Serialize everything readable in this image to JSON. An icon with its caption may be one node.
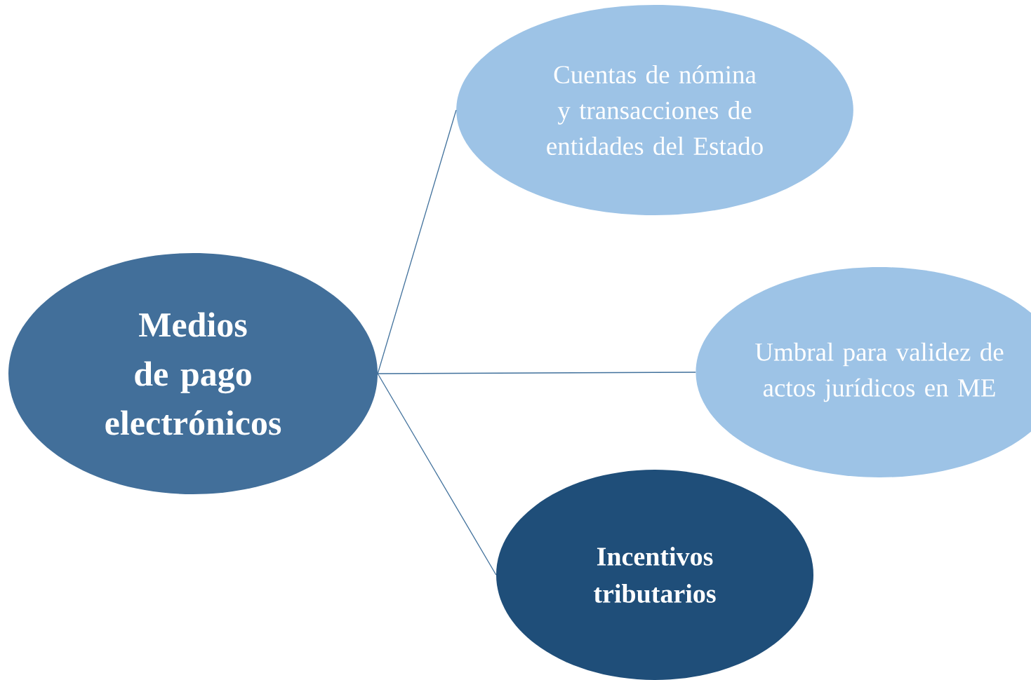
{
  "diagram": {
    "nodes": [
      {
        "text": [
          "Medios de pago electrónicos"
        ]
      },
      {
        "text": [
          "Cuentas de nómina y transacciones de entidades del Estado"
        ]
      },
      {
        "text": [
          "Umbral para validez de actos jurídicos en ME"
        ]
      },
      {
        "text": [
          "Incentivos tributarios"
        ]
      }
    ],
    "edges": [
      {
        "from": 0,
        "to": 1,
        "arrow": "none"
      },
      {
        "from": 0,
        "to": 2,
        "arrow": "none"
      },
      {
        "from": 0,
        "to": 3,
        "arrow": "none"
      }
    ]
  }
}
